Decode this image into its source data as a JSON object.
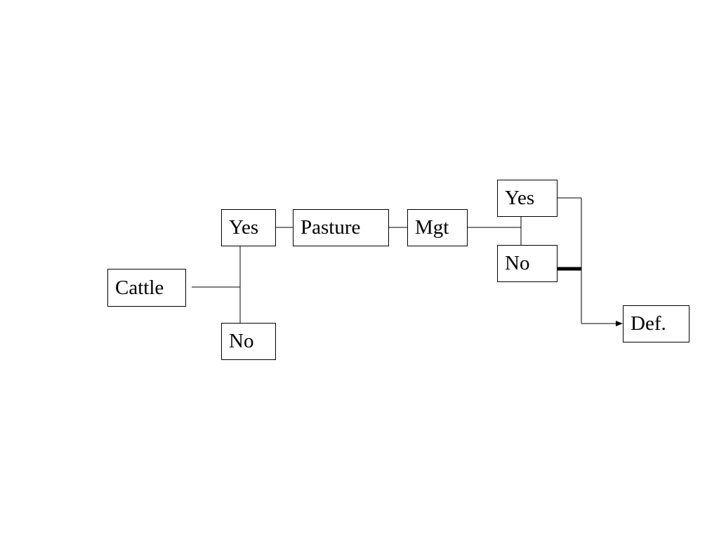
{
  "diagram": {
    "nodes": {
      "cattle": "Cattle",
      "yes_1": "Yes",
      "pasture": "Pasture",
      "mgt": "Mgt",
      "no_1": "No",
      "yes_2": "Yes",
      "no_2": "No",
      "def": "Def."
    },
    "edges": [
      {
        "from": "cattle",
        "to": "yes_1"
      },
      {
        "from": "cattle",
        "to": "no_1"
      },
      {
        "from": "yes_1",
        "to": "pasture"
      },
      {
        "from": "pasture",
        "to": "mgt"
      },
      {
        "from": "mgt",
        "to": "yes_2"
      },
      {
        "from": "mgt",
        "to": "no_2"
      },
      {
        "from": "yes_2",
        "to": "def",
        "arrow": true
      },
      {
        "from": "no_2",
        "to": "def",
        "emphasis": "thick"
      }
    ],
    "colors": {
      "line": "#000000",
      "box_border": "#000000",
      "background": "#ffffff"
    }
  }
}
